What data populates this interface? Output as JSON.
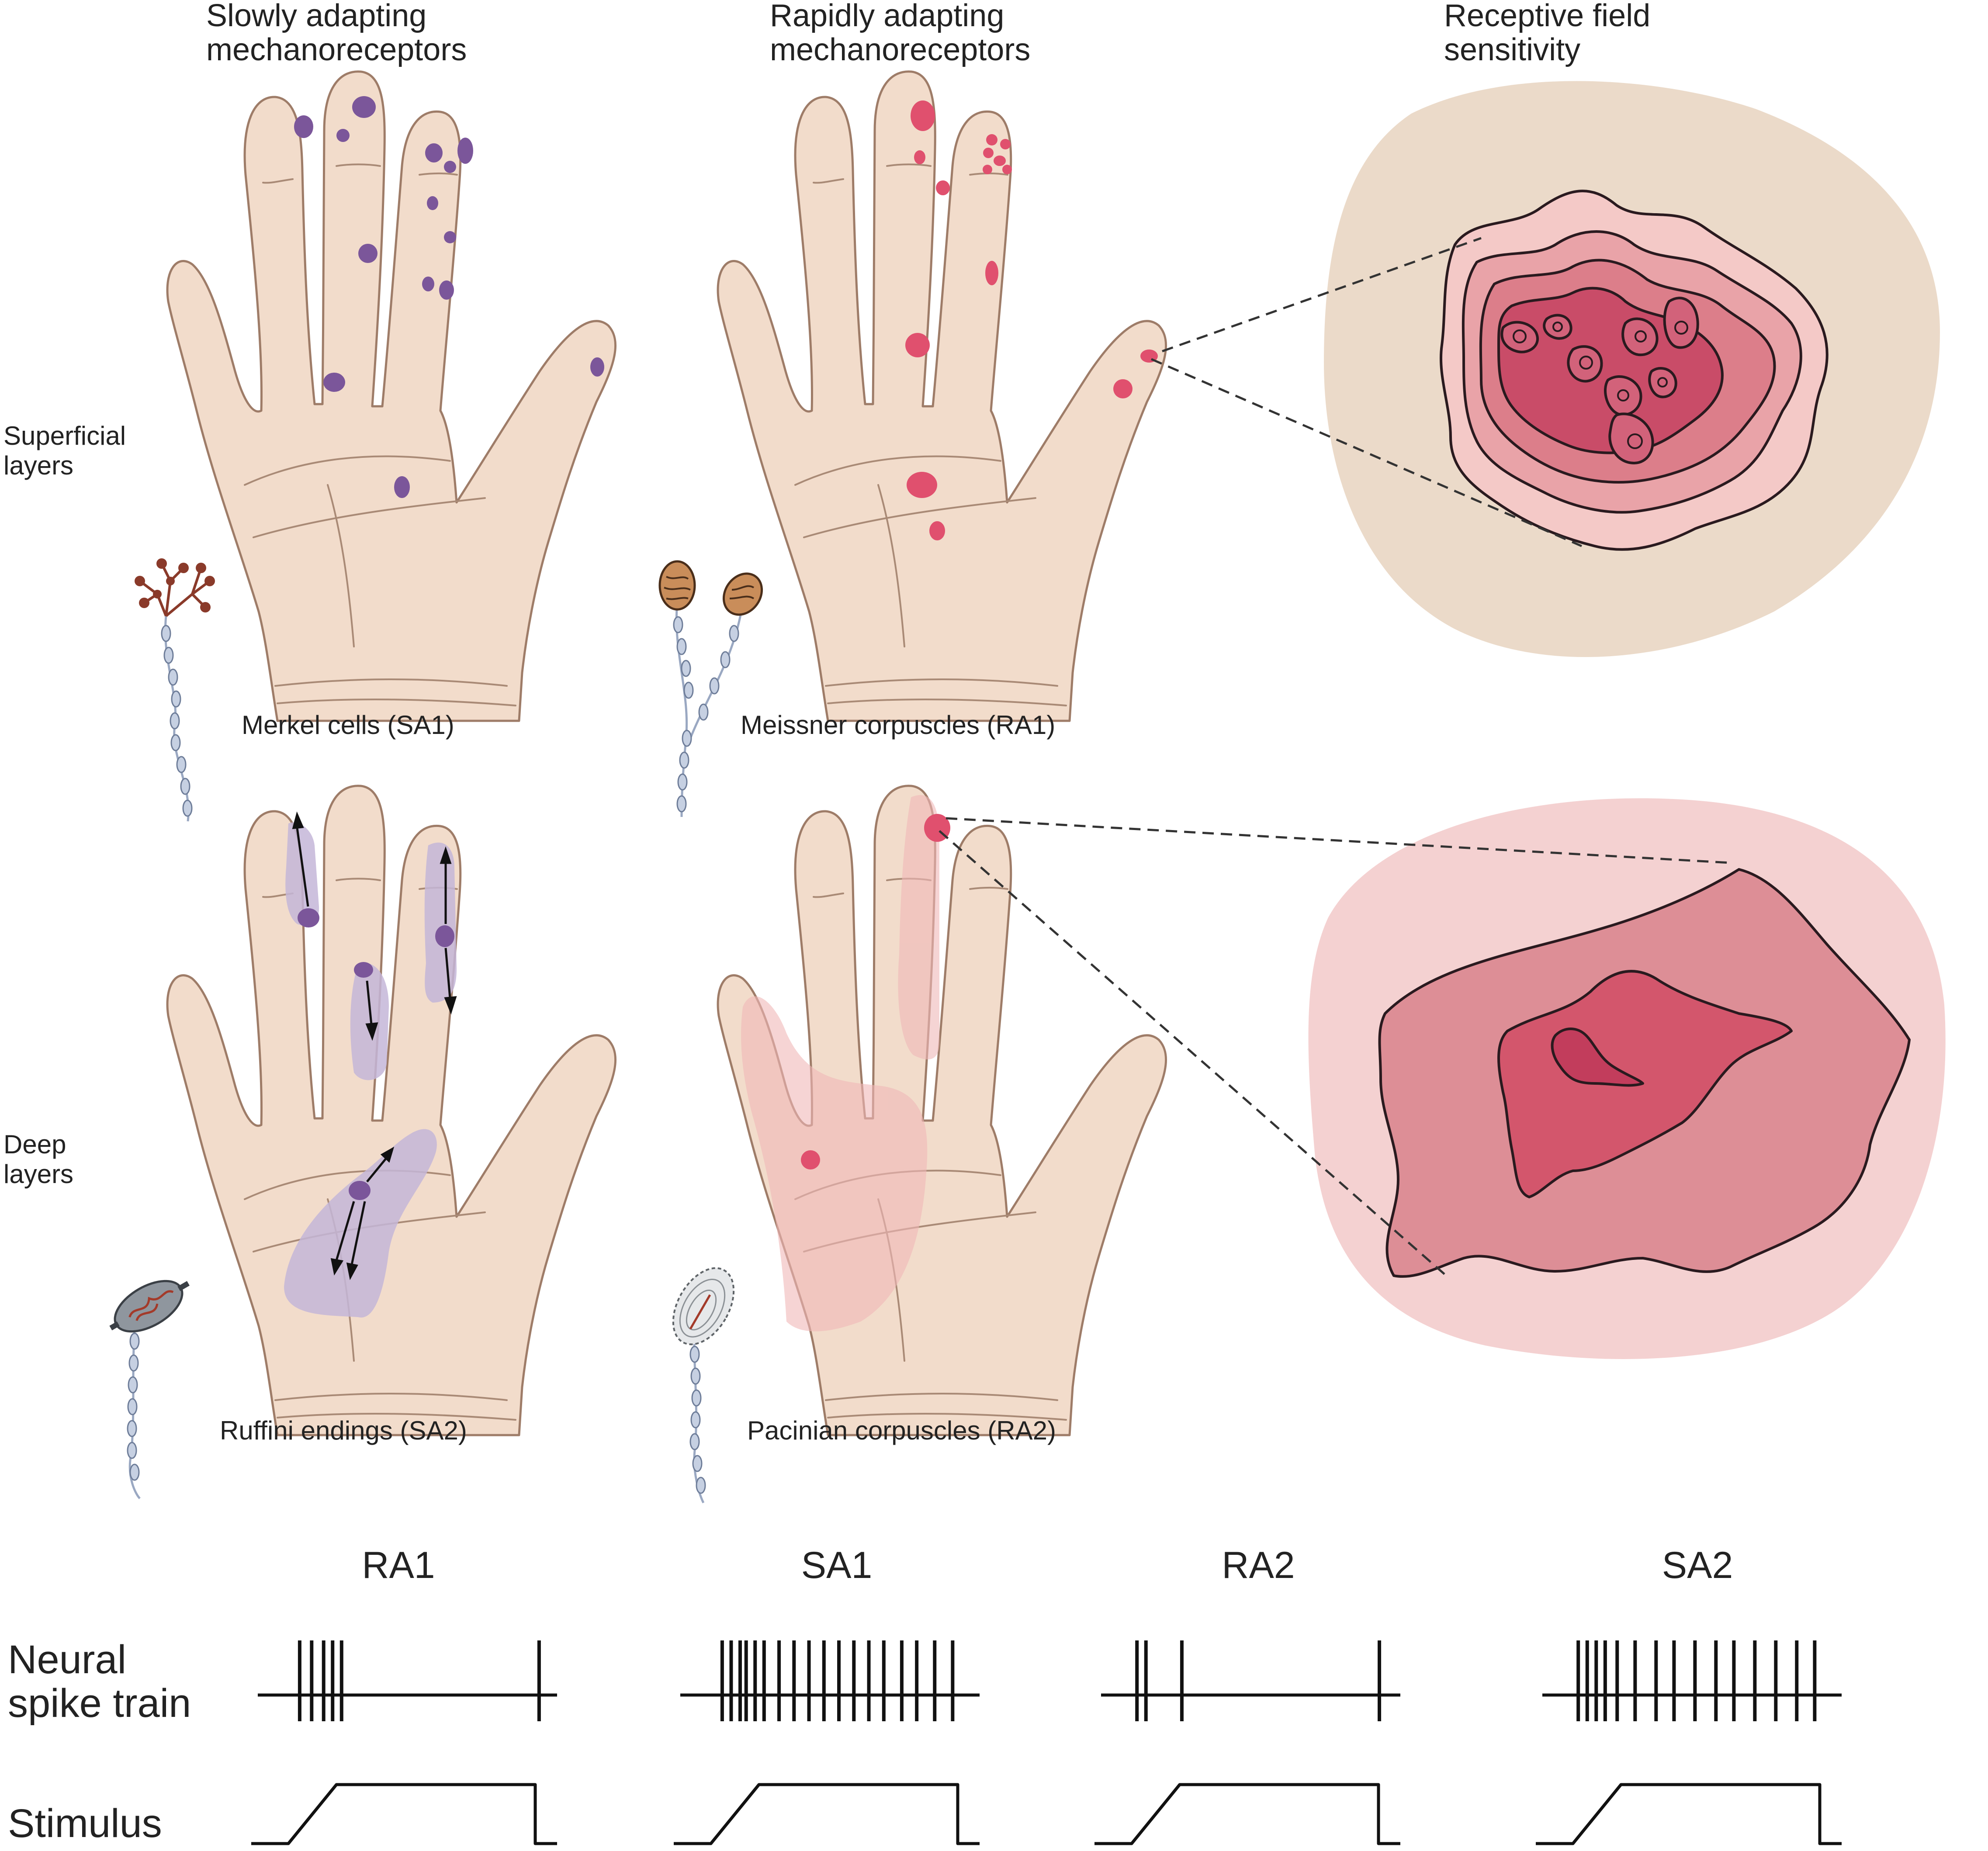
{
  "colors": {
    "skin": "#f2dccb",
    "skin_outline": "#9e7c68",
    "slow_receptor": "#7b569a",
    "slow_field": "#c4b6d8",
    "rapid_receptor": "#e0506e",
    "rapid_field": "#f2c4c4",
    "superficial_halo": "#e7d4c0",
    "deep_halo": "#f3cccc",
    "trace": "#111111"
  },
  "headers": {
    "slow": [
      "Slowly adapting",
      "mechanoreceptors"
    ],
    "rapid": [
      "Rapidly adapting",
      "mechanoreceptors"
    ],
    "field": [
      "Receptive field",
      "sensitivity"
    ]
  },
  "rows": {
    "superficial": [
      "Superficial",
      "layers"
    ],
    "deep": [
      "Deep",
      "layers"
    ]
  },
  "captions": {
    "merkel": "Merkel cells (SA1)",
    "meissner": "Meissner corpuscles (RA1)",
    "ruffini": "Ruffini endings (SA2)",
    "pacinian": "Pacinian corpuscles (RA2)"
  },
  "icons": {
    "merkel": "merkel-ending-icon",
    "meissner": "meissner-corpuscle-icon",
    "ruffini": "ruffini-ending-icon",
    "pacinian": "pacinian-corpuscle-icon"
  },
  "traces": {
    "row_labels": {
      "spike": [
        "Neural",
        "spike train"
      ],
      "stimulus": "Stimulus"
    },
    "columns": [
      {
        "label": "RA1",
        "spikes": [
          0.14,
          0.18,
          0.22,
          0.25,
          0.28,
          0.94
        ]
      },
      {
        "label": "SA1",
        "spikes": [
          0.14,
          0.17,
          0.2,
          0.22,
          0.25,
          0.28,
          0.33,
          0.38,
          0.43,
          0.48,
          0.53,
          0.58,
          0.63,
          0.68,
          0.74,
          0.79,
          0.85,
          0.91
        ]
      },
      {
        "label": "RA2",
        "spikes": [
          0.12,
          0.15,
          0.27,
          0.93
        ]
      },
      {
        "label": "SA2",
        "spikes": [
          0.12,
          0.15,
          0.18,
          0.21,
          0.25,
          0.31,
          0.38,
          0.44,
          0.51,
          0.58,
          0.64,
          0.71,
          0.78,
          0.85,
          0.91
        ]
      }
    ]
  }
}
